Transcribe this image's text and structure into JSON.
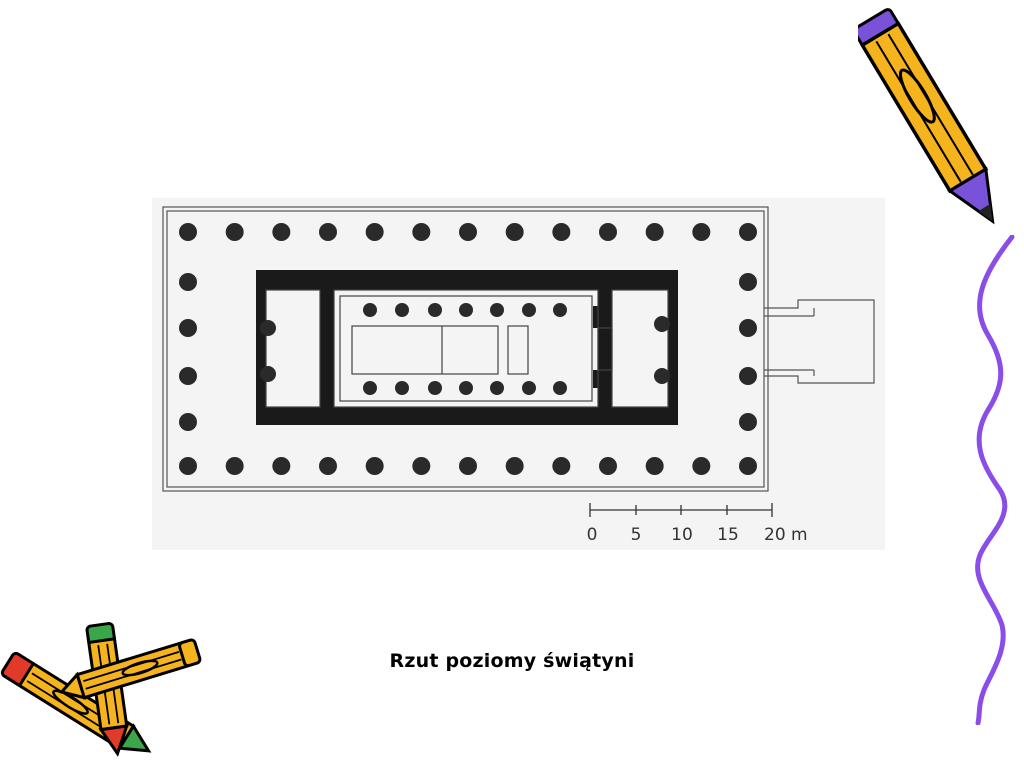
{
  "slide": {
    "caption": "Rzut poziomy świątyni"
  },
  "plan": {
    "scale_labels": [
      "0",
      "5",
      "10",
      "15",
      "20 m"
    ]
  },
  "decoration": {
    "pencil_top_right": "pencil-icon",
    "pencils_bottom_left": "pencils-icon",
    "wavy_line_color": "#8a4de8"
  }
}
